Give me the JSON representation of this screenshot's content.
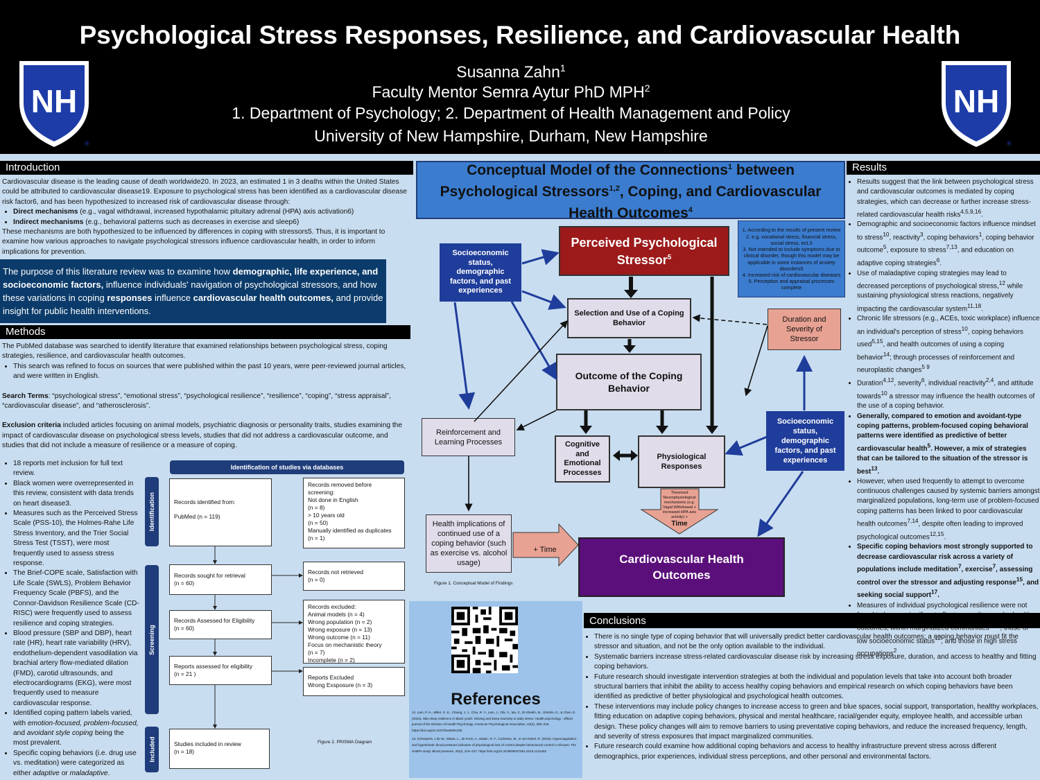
{
  "header": {
    "title": "Psychological Stress Responses, Resilience, and Cardiovascular Health",
    "author": "Susanna Zahn",
    "author_sup": "1",
    "mentor": "Faculty Mentor Semra  Aytur PhD MPH",
    "mentor_sup": "2",
    "departments": "1. Department of Psychology; 2. Department of Health Management and Policy",
    "university": "University of New Hampshire, Durham, New Hampshire",
    "logo_text": "NH",
    "logo_mark": "®"
  },
  "intro": {
    "heading": "Introduction",
    "p1": "Cardiovascular disease is the leading cause of death worldwide20. In 2023, an estimated 1 in 3 deaths within the United States could be attributed to cardiovascular disease19. Exposure to psychological stress has been identified as a cardiovascular disease risk factor6, and has been hypothesized to increased risk of cardiovascular disease through:",
    "b1_bold": "Direct mechanisms",
    "b1": " (e.g., vagal withdrawal, increased hypothalamic pituitary adrenal (HPA) axis activation6)",
    "b2_bold": "Indirect mechanisms",
    "b2": " (e.g., behavioral patterns such as decreases in exercise and sleep6)",
    "p2": "These mechanisms are both hypothesized to be influenced by differences in coping with stressors5. Thus, it is important to examine how various approaches to navigate psychological stressors influence cardiovascular health, in order to inform implications for prevention.",
    "purpose_a": "The purpose of this literature review was to examine how ",
    "purpose_b": "demographic, life experience, and socioeconomic factors,",
    "purpose_c": " influence individuals' navigation of psychological stressors, and how these variations in coping ",
    "purpose_d": "responses",
    "purpose_e": " influence ",
    "purpose_f": "cardiovascular health outcomes,",
    "purpose_g": " and provide insight for public health interventions."
  },
  "methods": {
    "heading": "Methods",
    "p1": "The PubMed database was searched to identify literature that examined relationships between psychological stress, coping strategies, resilience, and cardiovascular health outcomes.",
    "b1": "This search was refined to focus on sources that were published within the past 10 years, were peer-reviewed journal articles, and were written in English.",
    "terms_label": "Search Terms",
    "terms": ": “psychological stress”, “emotional stress”, “psychological resilience”, “resilience”, “coping”, “stress appraisal”, “cardiovascular disease”, and “atherosclerosis”.",
    "excl_label": "Exclusion criteria",
    "excl": " included articles focusing on animal models, psychiatric diagnosis or personality traits, studies examining the impact of cardiovascular disease on psychological stress levels, studies that did not address a cardiovascular outcome, and studies that did not include a measure of resilience or a measure of coping.",
    "bullets": [
      "18 reports met inclusion for full text review.",
      "Black women were overrepresented in this review, consistent with data trends on heart disease3.",
      "Measures such as the Perceived Stress Scale (PSS-10), the Holmes-Rahe Life Stress Inventory, and the Trier Social Stress Test (TSST), were most frequently used to assess stress response.",
      "The Brief-COPE scale, Satisfaction with Life Scale (SWLS), Problem Behavior Frequency Scale (PBFS), and the Connor-Davidson Resilience Scale (CD-RISC) were frequently used to assess resilience and coping strategies.",
      "Blood pressure (SBP and DBP), heart rate (HR), heart rate variability (HRV), endothelium-dependent vasodilation via brachial artery flow-mediated dilation (FMD), carotid ultrasounds, and electrocardiograms (EKG), were most frequently used to measure cardiovascular response."
    ],
    "b_lab_a": "Identified coping pattern labels varied, with ",
    "b_lab_b": "emotion-focused, problem-focused,",
    "b_lab_c": " and ",
    "b_lab_d": "avoidant style coping",
    "b_lab_e": " being the most prevalent.",
    "b_spec_a": "Specific coping behaviors (i.e. drug use vs. meditation) were categorized as either ",
    "b_spec_b": "adaptive",
    "b_spec_c": " or ",
    "b_spec_d": "maladaptive",
    "b_spec_e": "."
  },
  "prisma": {
    "title": "Identification of studies via databases",
    "side_identification": "Identification",
    "side_screening": "Screening",
    "side_included": "Included",
    "identified_a": "Records identified from:",
    "identified_b": "PubMed (n = 119)",
    "removed": [
      "Records removed before screening:",
      "Not done in English",
      "(n = 8)",
      "> 10 years old",
      "(n = 50)",
      "Manually identified as duplicates",
      "(n = 1)"
    ],
    "sought": [
      "Records sought for retrieval",
      "(n = 60)"
    ],
    "not_retrieved": [
      "Records not retrieved",
      "(n = 0)"
    ],
    "assessed": [
      "Records Assessed for Eligibility",
      "(n = 60)"
    ],
    "excluded": [
      "Records excluded:",
      "Animal models (n = 4)",
      "Wrong population (n = 2)",
      "Wrong exposure (n = 13)",
      "Wrong outcome (n = 11)",
      "Focus on mechanistic theory",
      "(n = 7)",
      "Incomplete (n = 2)"
    ],
    "reports_assessed": [
      "Reports assessed for eligibility",
      "(n = 21 )"
    ],
    "reports_excluded": [
      "Reports Excluded",
      "Wrong Exsposure (n = 3)"
    ],
    "included": [
      "Studies included in review",
      "(n = 18)"
    ],
    "caption": "Figure 2. PRISMA Diagram"
  },
  "model": {
    "title_l1a": "Conceptual Model of the Connections",
    "title_l1s": "1",
    "title_l1b": " between",
    "title_l2a": "Psychological Stressors",
    "title_l2s": "1,2",
    "title_l2b": ", Coping, and Cardiovascular",
    "title_l3a": "Health Outcomes",
    "title_l3s": "4",
    "stressor_a": "Perceived Psychological",
    "stressor_b": "Stressor",
    "stressor_s": "5",
    "socio_left": [
      "Socioeconomic",
      "status,",
      "demographic",
      "factors, and past",
      "experiences"
    ],
    "socio_right": [
      "Socioeconomic",
      "status,",
      "demographic",
      "factors, and past",
      "experiences"
    ],
    "selection": [
      "Selection and Use of a Coping",
      "Behavior"
    ],
    "duration": [
      "Duration and",
      "Severity of",
      "Stressor"
    ],
    "outcome": [
      "Outcome of the Coping",
      "Behavior"
    ],
    "reinforcement": [
      "Reinforcement and",
      "Learning Processes"
    ],
    "cognitive": [
      "Cognitive",
      "and",
      "Emotional",
      "Processes"
    ],
    "physiological": [
      "Physiological",
      "Responses"
    ],
    "health_impl": [
      "Health implications of",
      "continued use of a",
      "coping behavior (such",
      "as exercise vs. alcohol",
      "usage)"
    ],
    "time_label": "+ Time",
    "arrow_note": [
      "Theorized",
      "Neurophysiological",
      "mechanisms (e.g.",
      "Vagal Withdrawal +",
      "increased HPA axis",
      "activity) +"
    ],
    "arrow_time": "Time",
    "cvd": [
      "Cardiovascular Health",
      "Outcomes"
    ],
    "caption": "Figure 1.  Conceptual Model of Findings",
    "notes": [
      "1.   According to the results of present review",
      "2.   e.g. vocational stress, financial stress, social stress, ect.3",
      "3.   Not intended to include symptoms due to clinical disorder, though this model may be applicable in some instances of anxiety disorders5",
      "4.   Increased risk of cardiovascular diseases",
      "5.   Perception and appraisal processes complete"
    ]
  },
  "references": {
    "heading": "References",
    "items": [
      "12. Lam, P. H., Miller, G. E., Chiang, J. J., Chiu, R. Y., Lam, J., Obi, V., Mu, Z., El-Sheikh, M., Shimbo, D., & Chen, E. (2024). Skin-deep resilience in Black youth: Striving and sleep reactivity to daily stress. Health psychology : official journal of the Division of Health Psychology, American Psychological Association, 43(3), 308–318. https://doi.org/10.1037/hea0001335",
      "13. Schoepers, J de W., Malan, L., de Kock, A., Malan, N. T., Cockeran, M., & von Känel, R. (2016). Hypocoagulation and hyperkinetic blood pressure indicative of physiological loss of control despite behavioural control in Africans: The SABPA study. Blood pressure, 25(4), 219–227. https://doi.org/10.3109/08037051.2015.1131452"
    ]
  },
  "results": {
    "heading": "Results"
  },
  "conclusions": {
    "heading": "Conclusions",
    "bullets": [
      "There is no single type of coping behavior that will universally predict better cardiovascular health outcomes; a coping behavior must fit the stressor and situation, and not be the only option available to the individual.",
      "Systematic barriers increase stress-related cardiovascular disease risk by increasing stress exposure, duration, and access to healthy and fitting coping behaviors.",
      "Future research should investigate intervention strategies at both the individual and population levels that take into account both broader structural barriers that inhibit the ability to access healthy coping behaviors and empirical research on which coping behaviors have been identified as predictive of better physiological and psychological health outcomes.",
      "These interventions may include policy changes to increase access to green and blue spaces, social support, transportation, healthy workplaces, fitting education on adaptive coping behaviors, physical and mental healthcare, racial/gender equity, employee health, and accessible urban design. These policy changes will aim to remove barriers to using preventative coping behaviors, and reduce the increased frequency, length, and severity of stress exposures that impact marginalized communities.",
      "Future research could examine how additional coping behaviors and access to healthy infrastructure prevent stress across different demographics, prior experiences, individual stress perceptions, and other personal and environmental factors."
    ]
  },
  "colors": {
    "navy": "#0b3b6a",
    "unh_blue": "#1d3ca8",
    "model_title_bg": "#3b7ccf",
    "stressor_red": "#9c1a1a",
    "cvd_purple": "#5b0f7a",
    "duration_salmon": "#e8a293",
    "socio_blue": "#1f3d9a"
  }
}
